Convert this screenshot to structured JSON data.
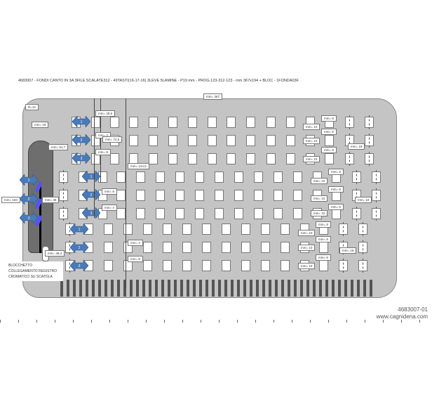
{
  "title": "4683007 - FONDI CANTO IN 3A 3FILE SCALATE312 - 49TASTI(16-17-16) 3LEVE 5LAMINE - P19 mm - PROG.123-312-123 - mm 367x194 + BLOC - 1FONDA03F",
  "dimensions": {
    "width": "mm= 367",
    "radius": "R=12",
    "height": "mm= 194",
    "d19": "mm= 19",
    "d51_7": "mm= 51,7",
    "d39": "mm= 39",
    "d48_3": "mm= 48,3",
    "d28_5": "mm= 28,5",
    "d4a": "mm= 4",
    "d72_5": "mm= 72,5",
    "d8a": "mm= 8",
    "d124_5": "mm= 124,5",
    "d8b": "mm= 8",
    "d4b": "mm= 4",
    "d4c": "mm= 4",
    "d8c": "mm= 8",
    "right_labels": [
      "mm= 8",
      "mm= 10",
      "mm= 8",
      "mm= 10",
      "mm= 8",
      "mm= 10",
      "mm= 19",
      "mm= 8",
      "mm= 10",
      "mm= 8",
      "mm= 10",
      "mm= 8",
      "mm= 10",
      "mm= 19",
      "mm= 8",
      "mm= 10",
      "mm= 8",
      "mm= 10",
      "mm= 8",
      "mm= 10",
      "mm= 19"
    ]
  },
  "levers": {
    "section_a": [
      "1",
      "2",
      "3"
    ],
    "section_b": [
      "1",
      "2",
      "3"
    ],
    "section_c": [
      "1",
      "2",
      "3"
    ],
    "bloc": [
      "1",
      "2",
      "3"
    ]
  },
  "note": [
    "BLOCCHETTO",
    "COLLEGAMENTO REGISTRO",
    "CROMATICO SU SCATOLA"
  ],
  "code": "4683007-01",
  "website": "www.cagnidena.com",
  "colors": {
    "board": "#c4c4c4",
    "lever_arrow": "#4a7ab8",
    "bloc": "#6e6e6e",
    "switch": "#5555ee"
  }
}
